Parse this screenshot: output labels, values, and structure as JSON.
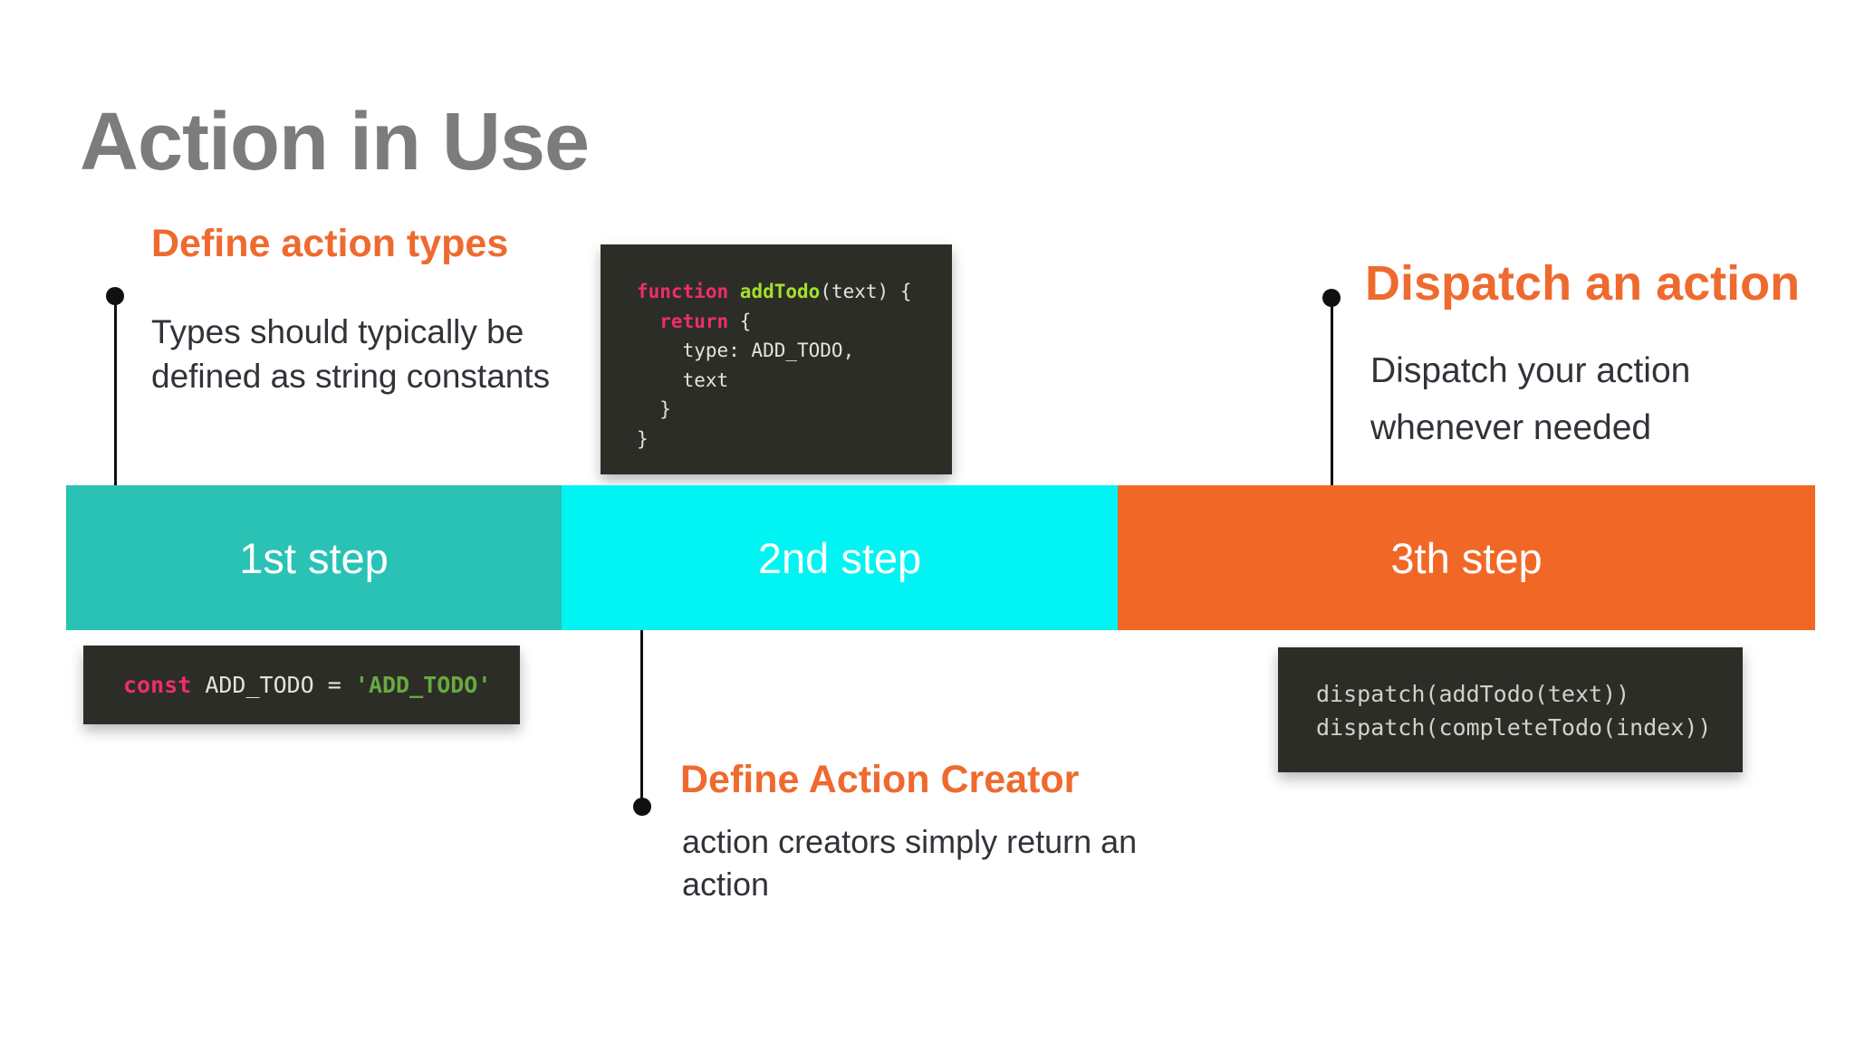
{
  "title": "Action in Use",
  "colors": {
    "title_gray": "#7c7c7c",
    "heading_orange": "#ee6a2e",
    "body_text": "#303338",
    "step1_teal": "#2ac2b5",
    "step2_cyan": "#00f4f4",
    "step3_orange": "#f16826",
    "step_label": "#ffffff",
    "connector_black": "#101010",
    "code_background": "#2d2d28",
    "code_keyword_pink": "#ee2d6e",
    "code_function_green": "#a3e02e",
    "code_string_green": "#68aa3e",
    "code_default": "#e4e4de"
  },
  "steps": [
    {
      "label": "1st step"
    },
    {
      "label": "2nd step"
    },
    {
      "label": "3th step"
    }
  ],
  "annotations": {
    "define_types": {
      "heading": "Define action types",
      "body": "Types should typically be defined as string constants"
    },
    "action_creator": {
      "heading": "Define Action Creator",
      "body": "action creators simply return an action"
    },
    "dispatch": {
      "heading": "Dispatch an action",
      "body": "Dispatch your action whenever needed"
    }
  },
  "code": {
    "creator_fn": {
      "kw_function": "function ",
      "fn_name": "addTodo",
      "l1_rest": "(text) {",
      "kw_return": "  return",
      "l2_rest": " {",
      "l3": "    type: ADD_TODO,",
      "l4": "    text",
      "l5": "  }",
      "l6": "}"
    },
    "type_const": {
      "kw": "const",
      "mid": " ADD_TODO = ",
      "str": "'ADD_TODO'"
    },
    "dispatch_calls": {
      "l1": "dispatch(addTodo(text))",
      "l2": "dispatch(completeTodo(index))"
    }
  }
}
